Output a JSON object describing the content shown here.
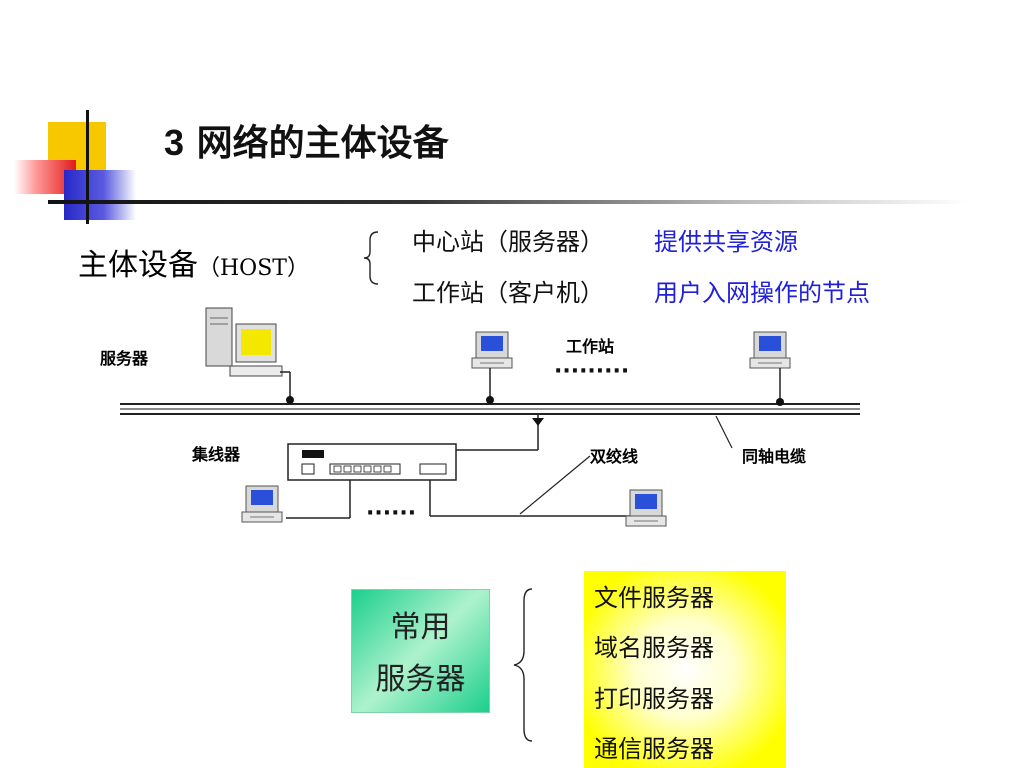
{
  "title": {
    "number": "3",
    "text": "网络的主体设备"
  },
  "host": {
    "label": "主体设备",
    "sublabel": "（HOST）"
  },
  "roles": [
    {
      "name": "中心站（服务器）",
      "desc": "提供共享资源"
    },
    {
      "name": "工作站（客户机）",
      "desc": "用户入网操作的节点"
    }
  ],
  "diagram": {
    "server_label": "服务器",
    "workstation_label": "工作站",
    "hub_label": "集线器",
    "twisted_pair_label": "双绞线",
    "coax_label": "同轴电缆",
    "ellipsis_top": "·········",
    "ellipsis_bottom": "······"
  },
  "common_servers": {
    "label_line1": "常用",
    "label_line2": "服务器",
    "items": [
      "文件服务器",
      "域名服务器",
      "打印服务器",
      "通信服务器"
    ]
  },
  "colors": {
    "accent_blue": "#2020d8",
    "common_box_green": "#1ccf8c",
    "server_box_yellow": "#ffff00"
  }
}
